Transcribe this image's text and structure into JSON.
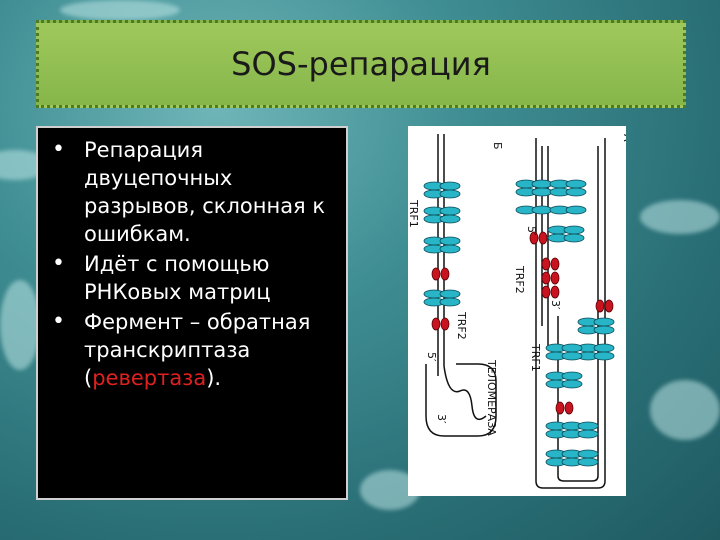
{
  "slide": {
    "title": "SOS-репарация",
    "bullets": [
      {
        "text": "Репарация двуцепочных разрывов, склонная к ошибкам.",
        "pre": "",
        "highlight": "",
        "post": ""
      },
      {
        "text": "Идёт с помощью РНКовых матриц",
        "pre": "",
        "highlight": "",
        "post": ""
      },
      {
        "text": "",
        "pre": "Фермент – обратная транскриптаза (",
        "highlight": "ревертаза",
        "post": ")."
      }
    ],
    "bullet_glyph": "•",
    "highlight_color": "#e02020"
  },
  "figure": {
    "panel_label_left": "Б",
    "panel_label_right": "А",
    "labels": {
      "trf1_left": "TRF1",
      "trf2_left": "TRF2",
      "five_prime_left": "5′",
      "three_prime_left": "3′",
      "telomerase": "ТЕЛОМЕРАЗА",
      "five_prime_right": "5′",
      "trf2_right": "TRF2",
      "three_prime_right": "3′",
      "trf1_right": "TRF1"
    },
    "colors": {
      "trf1": "#29b5c8",
      "trf2": "#c8141e",
      "strand": "#111111"
    }
  }
}
